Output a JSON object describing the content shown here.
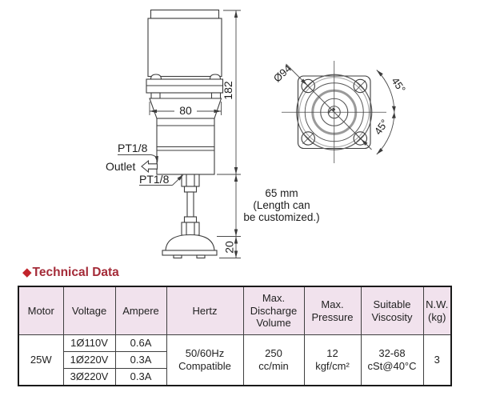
{
  "drawing": {
    "side_view": {
      "dim_total_height": "182",
      "dim_body_width": "80",
      "dim_foot_height": "20",
      "port_top_label": "PT1/8",
      "outlet_label": "Outlet",
      "port_bottom_label": "PT1/8"
    },
    "flange_view": {
      "bolt_circle_diameter": "Ø94",
      "angle_top": "45°",
      "angle_bottom": "45°"
    },
    "suction_note": [
      "65 mm",
      "(Length can",
      "be customized.)"
    ]
  },
  "technical_data": {
    "bullet": "◆",
    "title": "Technical Data",
    "table": {
      "headers": {
        "motor": "Motor",
        "voltage": "Voltage",
        "ampere": "Ampere",
        "hertz": "Hertz",
        "discharge": "Max.\nDischarge\nVolume",
        "pressure": "Max.\nPressure",
        "viscosity": "Suitable\nViscosity",
        "nw": "N.W.\n(kg)"
      },
      "motor_value": "25W",
      "voltage_rows": [
        {
          "voltage": "1Ø110V",
          "ampere": "0.6A"
        },
        {
          "voltage": "1Ø220V",
          "ampere": "0.3A"
        },
        {
          "voltage": "3Ø220V",
          "ampere": "0.3A"
        }
      ],
      "hertz_value": "50/60Hz\nCompatible",
      "discharge_value": "250\ncc/min",
      "pressure_value": "12\nkgf/cm²",
      "viscosity_value": "32-68\ncSt@40°C",
      "nw_value": "3"
    }
  },
  "colors": {
    "title_text": "#a42b38",
    "bullet_red": "#c2242b",
    "table_header_bg": "#f1e2ed",
    "drawing_line": "#3c3c3c"
  }
}
